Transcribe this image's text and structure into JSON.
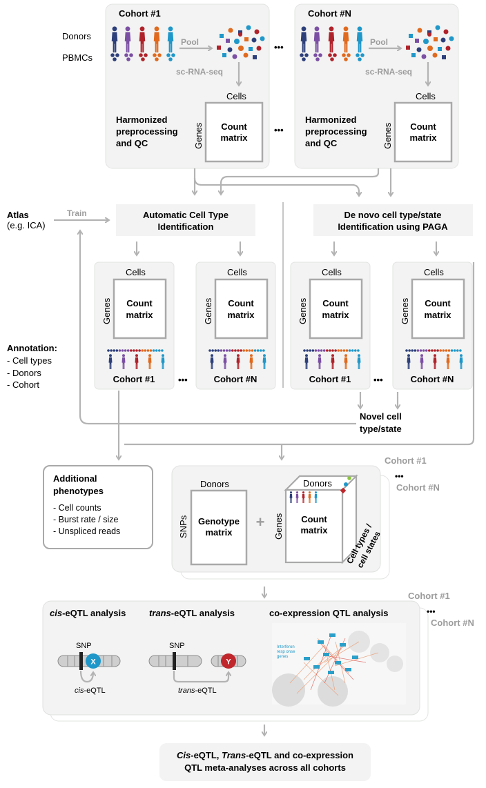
{
  "top": {
    "cohort1_title": "Cohort #1",
    "cohortN_title": "Cohort #N",
    "donors_label": "Donors",
    "pbmcs_label": "PBMCs",
    "pool_label": "Pool",
    "scrnaseq_label": "sc-RNA-seq",
    "cells_label": "Cells",
    "genes_label": "Genes",
    "count_matrix_line1": "Count",
    "count_matrix_line2": "matrix",
    "harmonized_line1": "Harmonized",
    "harmonized_line2": "preprocessing",
    "harmonized_line3": "and QC",
    "ellipsis": "•••"
  },
  "atlas": {
    "title": "Atlas",
    "subtitle": "(e.g. ICA)",
    "train_label": "Train"
  },
  "auto_id": {
    "line1": "Automatic Cell Type",
    "line2": "Identification"
  },
  "denovo": {
    "line1": "De novo cell type/state",
    "line2": "Identification using PAGA"
  },
  "annotation": {
    "title": "Annotation:",
    "items": [
      "- Cell types",
      "- Donors",
      "- Cohort"
    ]
  },
  "mid_panels": {
    "cohort1": "Cohort #1",
    "cohortN": "Cohort #N"
  },
  "novel": {
    "line1": "Novel cell",
    "line2": "type/state"
  },
  "phenotypes": {
    "title_line1": "Additional",
    "title_line2": "phenotypes",
    "items": [
      "- Cell counts",
      "- Burst rate / size",
      "- Unspliced reads"
    ]
  },
  "genotype_panel": {
    "cohort1": "Cohort #1",
    "cohortN": "Cohort #N",
    "donors_label": "Donors",
    "snps_label": "SNPs",
    "genotype_line1": "Genotype",
    "genotype_line2": "matrix",
    "plus": "+",
    "cube_label_line1": "Cell types /",
    "cube_label_line2": "cell states"
  },
  "qtl_panel": {
    "cohort1": "Cohort #1",
    "cohortN": "Cohort #N",
    "cis_title_italic": "cis",
    "cis_title_rest": "-eQTL analysis",
    "trans_title_italic": "trans",
    "trans_title_rest": "-eQTL analysis",
    "coexp_title": "co-expression QTL analysis",
    "snp_label": "SNP",
    "cis_gene": "X",
    "trans_gene": "Y",
    "cis_caption_italic": "cis",
    "cis_caption_rest": "-eQTL",
    "trans_caption_italic": "trans",
    "trans_caption_rest": "-eQTL",
    "network_label_1": "Interferon",
    "network_label_2": "resp onse",
    "network_label_3": "genes"
  },
  "meta": {
    "line1_italic_a": "Cis",
    "line1_rest_a": "-eQTL, ",
    "line1_italic_b": "Trans",
    "line1_rest_b": "-eQTL and co-expression",
    "line2": "QTL meta-analyses across all cohorts"
  },
  "colors": {
    "donor_palette": [
      "#2d3f7a",
      "#7b4fa3",
      "#b0222a",
      "#e06a1e",
      "#1f97c9"
    ],
    "arrow": "#b3b3b3",
    "panel_fill": "#f2f3f2",
    "matrix_stroke": "#a9a9a9",
    "gene_x": "#1f97c9",
    "gene_y": "#c0272d"
  }
}
